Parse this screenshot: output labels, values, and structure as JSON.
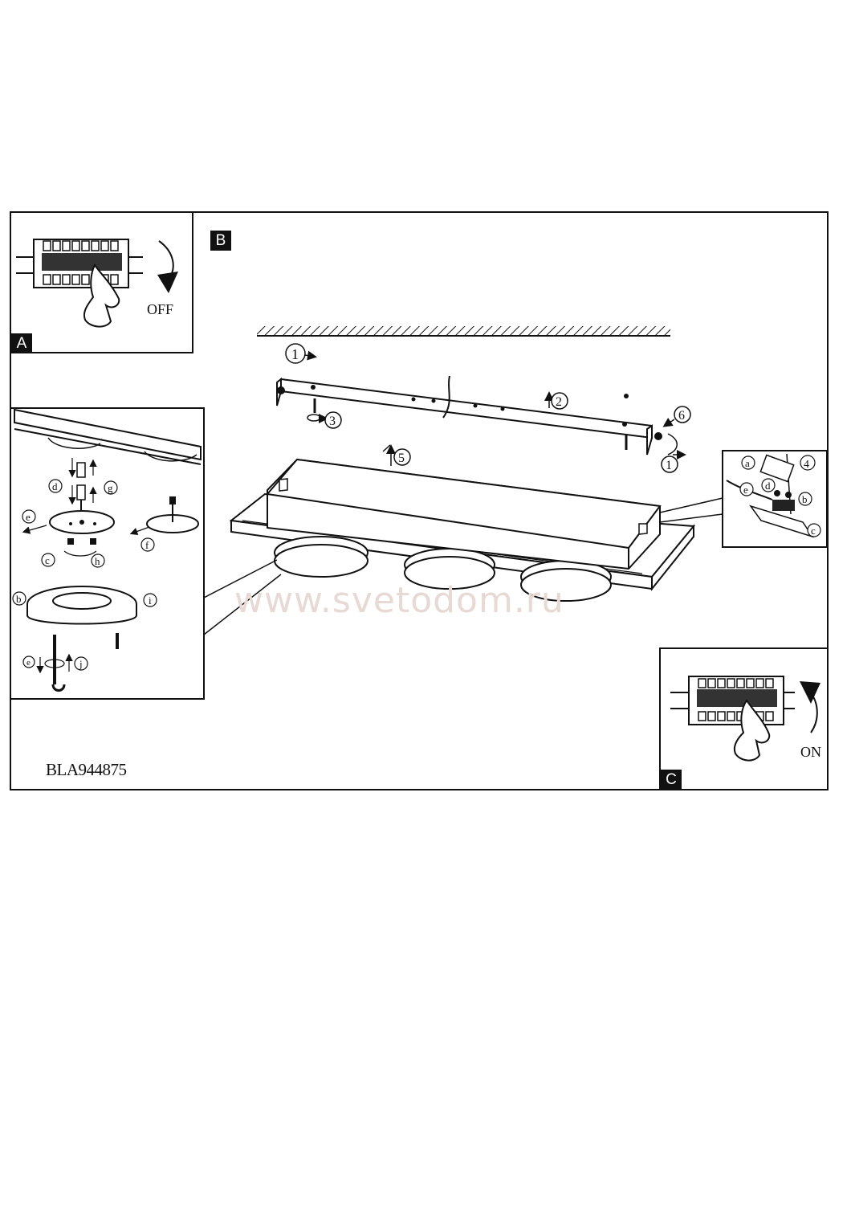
{
  "panels": {
    "a": {
      "tag": "A",
      "switch_label": "OFF"
    },
    "b": {
      "tag": "B"
    },
    "c": {
      "tag": "C",
      "switch_label": "ON"
    }
  },
  "step_numbers": [
    "1",
    "2",
    "3",
    "4",
    "5",
    "6"
  ],
  "step_letters": [
    "a",
    "b",
    "c",
    "d",
    "e",
    "f",
    "g",
    "h",
    "i",
    "j"
  ],
  "watermark": "www.svetodom.ru",
  "document_code": "BLA944875"
}
